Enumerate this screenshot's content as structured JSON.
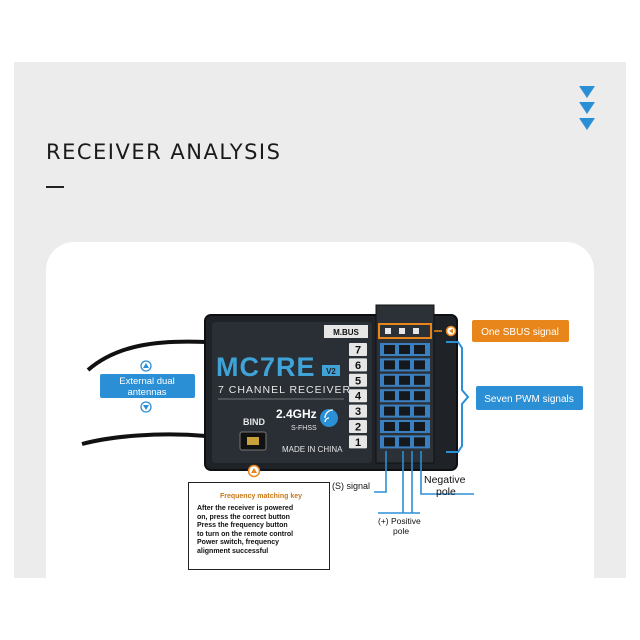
{
  "page": {
    "title": "RECEIVER ANALYSIS"
  },
  "receiver": {
    "model": "MC7RE",
    "version": "V2",
    "subtitle": "7 CHANNEL RECEIVER",
    "bind_label": "BIND",
    "frequency": "2.4GHz",
    "protocol": "S-FHSS",
    "origin": "MADE IN CHINA",
    "mbus_label": "M.BUS",
    "channels": [
      "7",
      "6",
      "5",
      "4",
      "3",
      "2",
      "1"
    ]
  },
  "callouts": {
    "antennas": [
      "External dual",
      "antennas"
    ],
    "sbus": "One SBUS signal",
    "pwm": "Seven PWM signals",
    "signal": "(S) signal",
    "negative": [
      "Negative",
      "pole"
    ],
    "positive": [
      "(+) Positive",
      "pole"
    ]
  },
  "note": {
    "title": "Frequency matching key",
    "lines": [
      "After the receiver is powered",
      "on, press the correct button",
      "Press the frequency button",
      "to turn on the remote control",
      "Power switch, frequency",
      "alignment successful"
    ]
  },
  "colors": {
    "accent_blue": "#2b8fd6",
    "accent_orange": "#e8861c",
    "case": "#1f2328",
    "text_cyan": "#3fa3d8"
  }
}
